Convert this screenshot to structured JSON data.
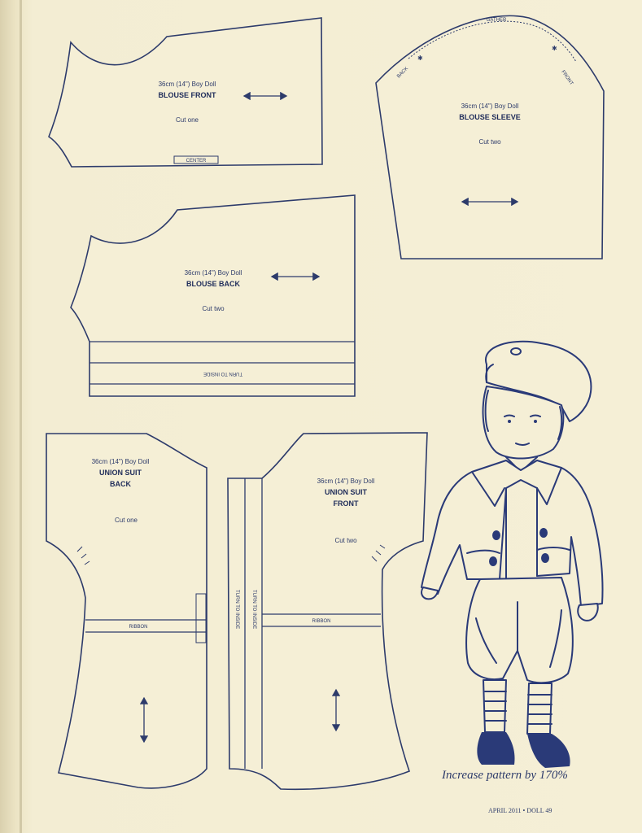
{
  "pieces": {
    "blouse_front": {
      "size": "36cm (14\") Boy Doll",
      "name": "BLOUSE FRONT",
      "cut": "Cut one",
      "notch": "CENTER"
    },
    "blouse_sleeve": {
      "size": "36cm (14\") Boy Doll",
      "name": "BLOUSE SLEEVE",
      "cut": "Cut two",
      "top_label": "GATHER",
      "left_label": "BACK",
      "right_label": "FRONT"
    },
    "blouse_back": {
      "size": "36cm (14\") Boy Doll",
      "name": "BLOUSE BACK",
      "cut": "Cut two",
      "hem_label": "TURN TO INSIDE"
    },
    "union_back": {
      "size": "36cm (14\") Boy Doll",
      "name_line1": "UNION SUIT",
      "name_line2": "BACK",
      "cut": "Cut one",
      "ribbon": "RIBBON"
    },
    "union_front": {
      "size": "36cm (14\") Boy Doll",
      "name_line1": "UNION SUIT",
      "name_line2": "FRONT",
      "cut": "Cut two",
      "ribbon": "RIBBON",
      "strip_label": "TURN TO INSIDE"
    }
  },
  "caption": "Increase pattern by 170%",
  "footer": "APRIL 2011 • DOLL 49"
}
